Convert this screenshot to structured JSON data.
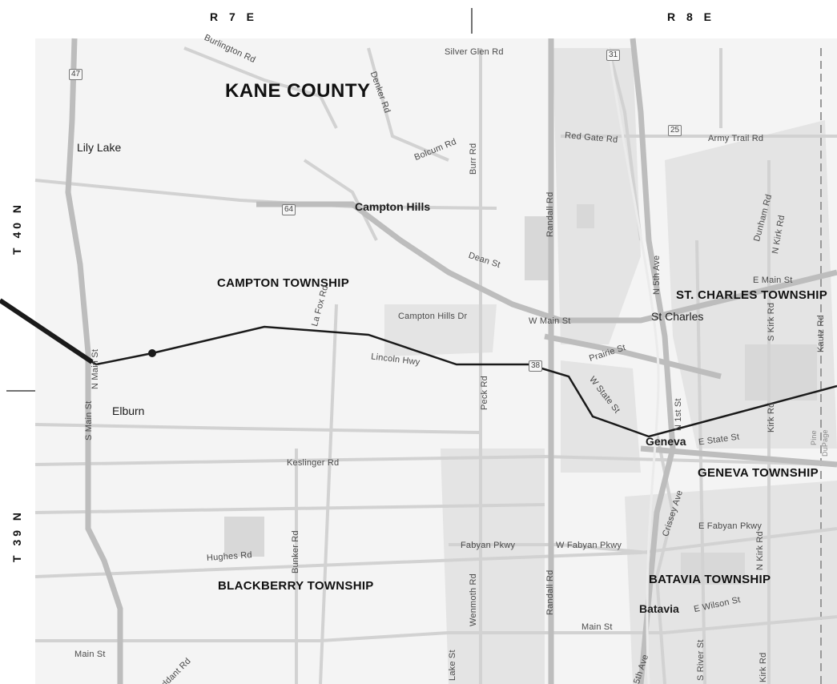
{
  "grid": {
    "range_left": "R 7 E",
    "range_right": "R 8 E",
    "township_upper": "T 40 N",
    "township_lower": "T 39 N"
  },
  "county": "KANE COUNTY",
  "townships": {
    "campton": "CAMPTON TOWNSHIP",
    "st_charles": "ST. CHARLES TOWNSHIP",
    "geneva": "GENEVA TOWNSHIP",
    "blackberry": "BLACKBERRY TOWNSHIP",
    "batavia": "BATAVIA TOWNSHIP"
  },
  "places": {
    "lily_lake": "Lily Lake",
    "campton_hills": "Campton Hills",
    "elburn": "Elburn",
    "st_charles": "St Charles",
    "geneva": "Geneva",
    "batavia": "Batavia"
  },
  "roads": {
    "burlington": "Burlington Rd",
    "denker": "Denker Rd",
    "silver_glen": "Silver Glen Rd",
    "bolcum": "Bolcum Rd",
    "burr": "Burr Rd",
    "red_gate": "Red Gate Rd",
    "army_trail": "Army Trail Rd",
    "randall_n": "Randall Rd",
    "dean": "Dean St",
    "la_fox": "La Fox Rd",
    "campton_hills_dr": "Campton Hills Dr",
    "w_main": "W Main St",
    "e_main": "E Main St",
    "lincoln_hwy": "Lincoln Hwy",
    "prairie": "Prairie St",
    "dunham": "Dunham Rd",
    "n_kirk": "N Kirk Rd",
    "s_kirk": "S Kirk Rd",
    "kirk": "Kirk Rd",
    "kautz": "Kautz Rd",
    "n_5th_ave": "N 5th Ave",
    "peck": "Peck Rd",
    "w_state": "W State St",
    "n_1st": "N 1st St",
    "e_state": "E State St",
    "keslinger": "Keslinger Rd",
    "s_main": "S Main St",
    "n_main": "N Main St",
    "crissey": "Crissey Ave",
    "e_fabyan": "E Fabyan Pkwy",
    "fabyan": "Fabyan Pkwy",
    "w_fabyan": "W Fabyan Pkwy",
    "hughes": "Hughes Rd",
    "bunker": "Bunker Rd",
    "wenmoth": "Wenmoth Rd",
    "randall_s": "Randall Rd",
    "n_kirk_s": "N Kirk Rd",
    "e_wilson": "E Wilson St",
    "main_batavia": "Main St",
    "main_elburn": "Main St",
    "s_river": "S River St",
    "kirk_s": "Kirk Rd",
    "raddant": "Raddant Rd",
    "lake": "Lake St",
    "ave_5th": "5th Ave",
    "pine": "Pine",
    "dupage": "DuPage"
  },
  "shields": {
    "il47": "47",
    "il64": "64",
    "il31": "31",
    "il25": "25",
    "il38": "38"
  },
  "colors": {
    "route": "#1a1a1a",
    "road_major": "#b9b9b9",
    "road_minor": "#d7d7d7",
    "urban": "#e2e2e2",
    "land": "#f3f3f3"
  }
}
